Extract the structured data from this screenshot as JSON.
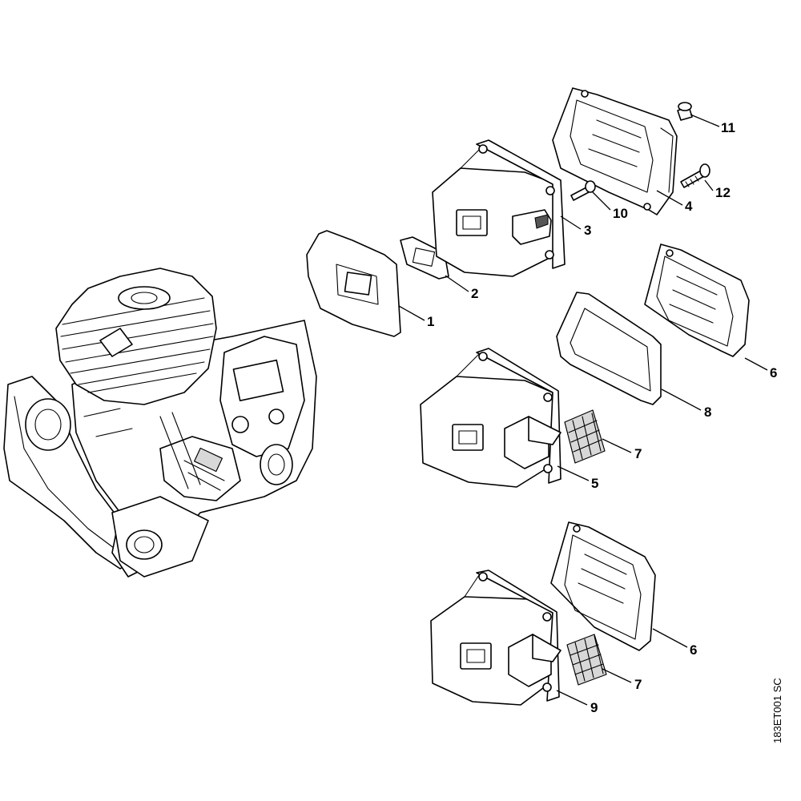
{
  "drawing_id": "183ET001 SC",
  "callouts": [
    {
      "id": "1",
      "label": "1"
    },
    {
      "id": "2",
      "label": "2"
    },
    {
      "id": "3",
      "label": "3"
    },
    {
      "id": "4",
      "label": "4"
    },
    {
      "id": "5",
      "label": "5"
    },
    {
      "id": "6a",
      "label": "6"
    },
    {
      "id": "6b",
      "label": "6"
    },
    {
      "id": "7a",
      "label": "7"
    },
    {
      "id": "7b",
      "label": "7"
    },
    {
      "id": "8",
      "label": "8"
    },
    {
      "id": "9",
      "label": "9"
    },
    {
      "id": "10",
      "label": "10"
    },
    {
      "id": "11",
      "label": "11"
    },
    {
      "id": "12",
      "label": "12"
    }
  ]
}
